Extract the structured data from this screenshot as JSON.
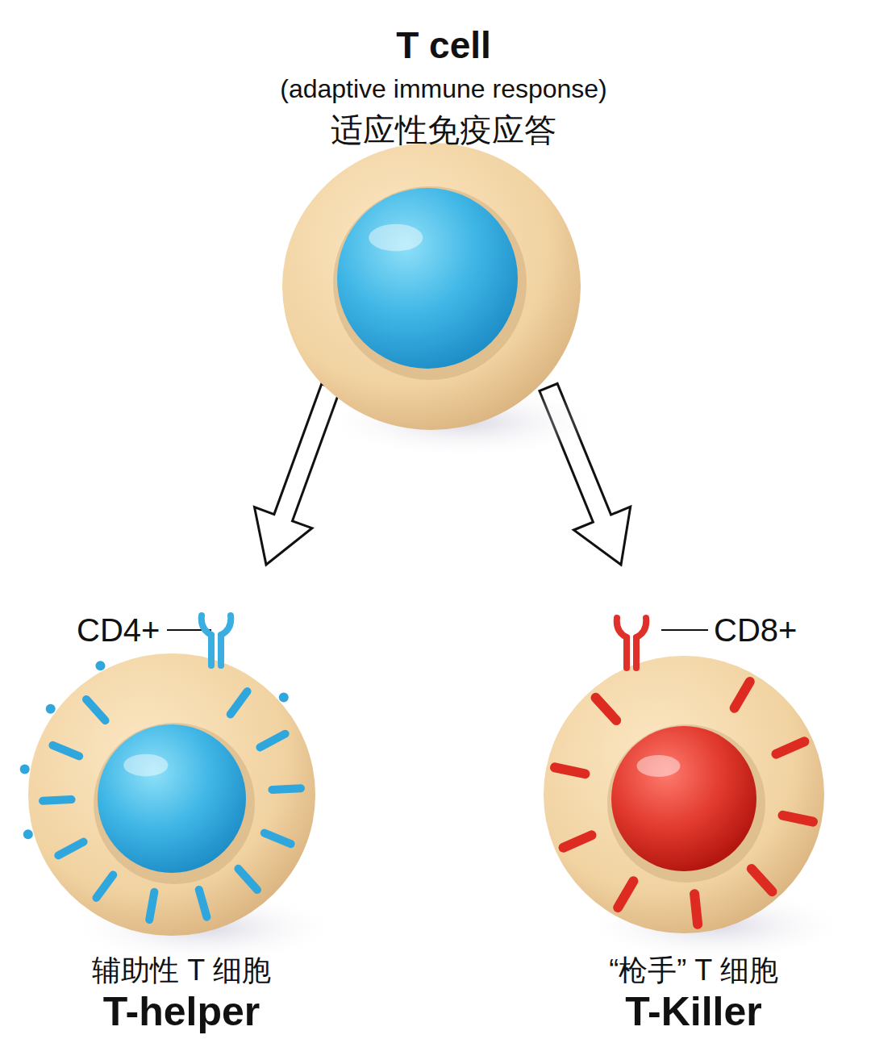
{
  "diagram": {
    "nodes": [
      {
        "text": [
          "T cell",
          "(adaptive immune response)",
          "适应性免疫应答"
        ]
      },
      {
        "text": [
          "辅助性 T 细胞",
          "T-helper"
        ]
      },
      {
        "text": [
          "“枪手” T 细胞",
          "T-Killer"
        ]
      }
    ],
    "edges": [
      {
        "from": 0,
        "to": 1,
        "arrow": "to"
      },
      {
        "from": 0,
        "to": 2,
        "arrow": "to"
      }
    ],
    "labels": [
      "CD4+",
      "CD8+"
    ]
  }
}
